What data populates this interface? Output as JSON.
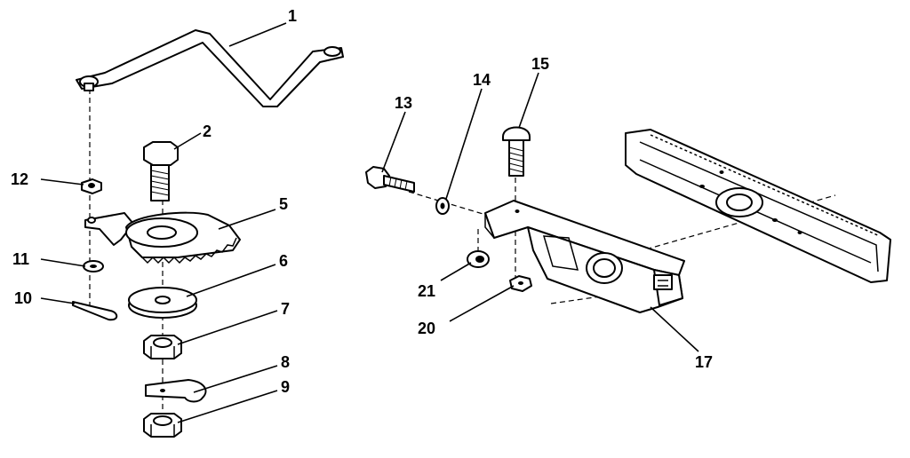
{
  "callouts": {
    "c1": "1",
    "c2": "2",
    "c5": "5",
    "c6": "6",
    "c7": "7",
    "c8": "8",
    "c9": "9",
    "c10": "10",
    "c11": "11",
    "c12": "12",
    "c13": "13",
    "c14": "14",
    "c15": "15",
    "c17": "17",
    "c20": "20",
    "c21": "21"
  }
}
